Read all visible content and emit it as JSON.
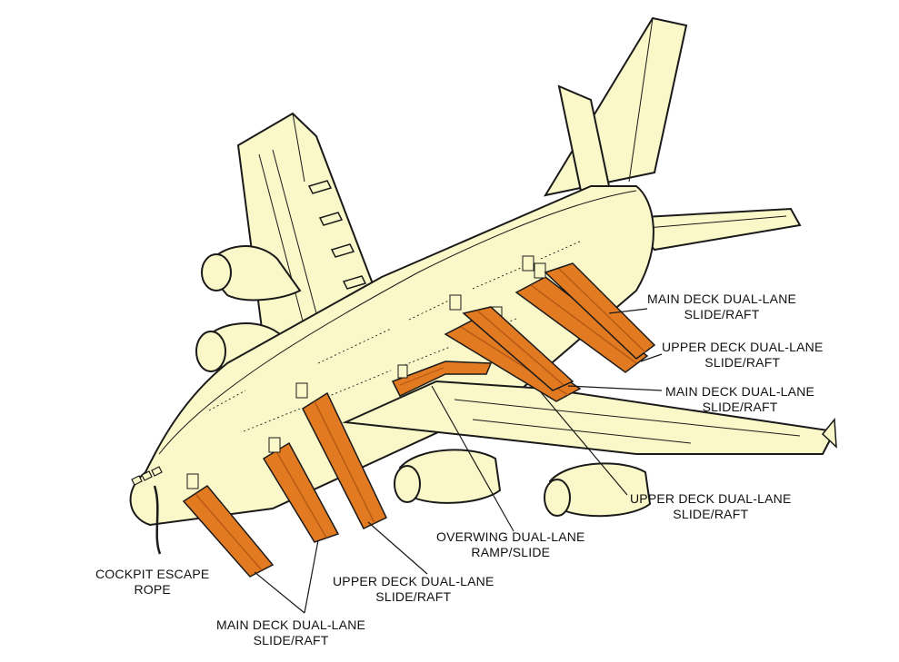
{
  "colors": {
    "fuselage": "#FAF8C8",
    "outline": "#1a1a1a",
    "slide": "#E27A22",
    "slide_dark": "#B65A14",
    "background": "#FFFFFF"
  },
  "callouts": [
    {
      "id": "main-deck-1",
      "lines": [
        "MAIN DECK DUAL-LANE",
        "SLIDE/RAFT"
      ]
    },
    {
      "id": "upper-deck-1",
      "lines": [
        "UPPER DECK DUAL-LANE",
        "SLIDE/RAFT"
      ]
    },
    {
      "id": "main-deck-2",
      "lines": [
        "MAIN DECK DUAL-LANE",
        "SLIDE/RAFT"
      ]
    },
    {
      "id": "upper-deck-2",
      "lines": [
        "UPPER DECK DUAL-LANE",
        "SLIDE/RAFT"
      ]
    },
    {
      "id": "overwing",
      "lines": [
        "OVERWING DUAL-LANE",
        "RAMP/SLIDE"
      ]
    },
    {
      "id": "cockpit-rope",
      "lines": [
        "COCKPIT ESCAPE",
        "ROPE"
      ]
    },
    {
      "id": "upper-deck-3",
      "lines": [
        "UPPER DECK DUAL-LANE",
        "SLIDE/RAFT"
      ]
    },
    {
      "id": "main-deck-3",
      "lines": [
        "MAIN DECK DUAL-LANE",
        "SLIDE/RAFT"
      ]
    }
  ]
}
